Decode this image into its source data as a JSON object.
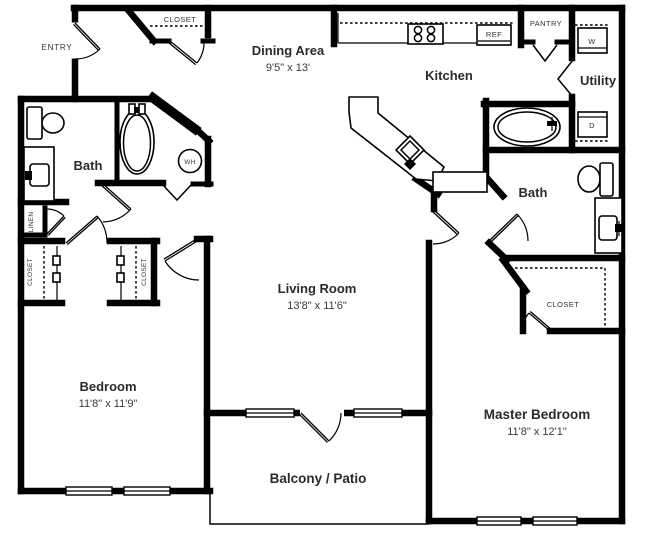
{
  "floor_plan": {
    "title": "Two bedroom / two bath apartment floor plan",
    "colors": {
      "wall": "#000000",
      "background": "#ffffff",
      "text": "#2b2b2b"
    },
    "labels": {
      "entry": "ENTRY",
      "entry_closet": "CLOSET",
      "dining_name": "Dining Area",
      "dining_dims": "9'5\" x 13'",
      "kitchen": "Kitchen",
      "pantry": "PANTRY",
      "fridge": "REF",
      "utility": "Utility",
      "washer": "W",
      "dryer": "D",
      "bath_left": "Bath",
      "water_heater": "WH",
      "linen": "LINEN",
      "closet_bedroom_left": "CLOSET",
      "closet_bedroom_right": "CLOSET",
      "living_name": "Living Room",
      "living_dims": "13'8\" x 11'6\"",
      "bath_master": "Bath",
      "closet_master": "CLOSET",
      "bedroom_name": "Bedroom",
      "bedroom_dims": "11'8\" x 11'9\"",
      "master_name": "Master Bedroom",
      "master_dims": "11'8\" x 12'1\"",
      "balcony": "Balcony / Patio"
    }
  }
}
